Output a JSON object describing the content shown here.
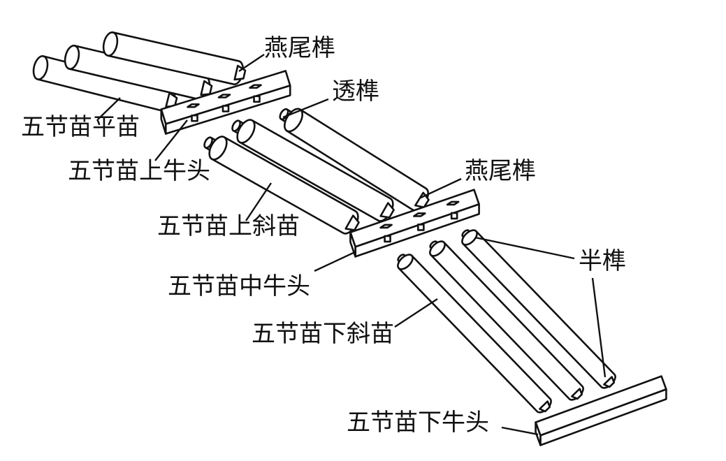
{
  "labels": {
    "yanweisun_top": "燕尾榫",
    "wujie_pingmiao": "五节苗平苗",
    "toushun": "透榫",
    "wujie_shang_niutou": "五节苗上牛头",
    "yanweisun_mid": "燕尾榫",
    "wujie_shang_xiemiao": "五节苗上斜苗",
    "bansun": "半榫",
    "wujie_zhong_niutou": "五节苗中牛头",
    "wujie_xia_xiemiao": "五节苗下斜苗",
    "wujie_xia_niutou": "五节苗下牛头"
  },
  "colors": {
    "ink": "#111111",
    "fill": "#ffffff"
  }
}
